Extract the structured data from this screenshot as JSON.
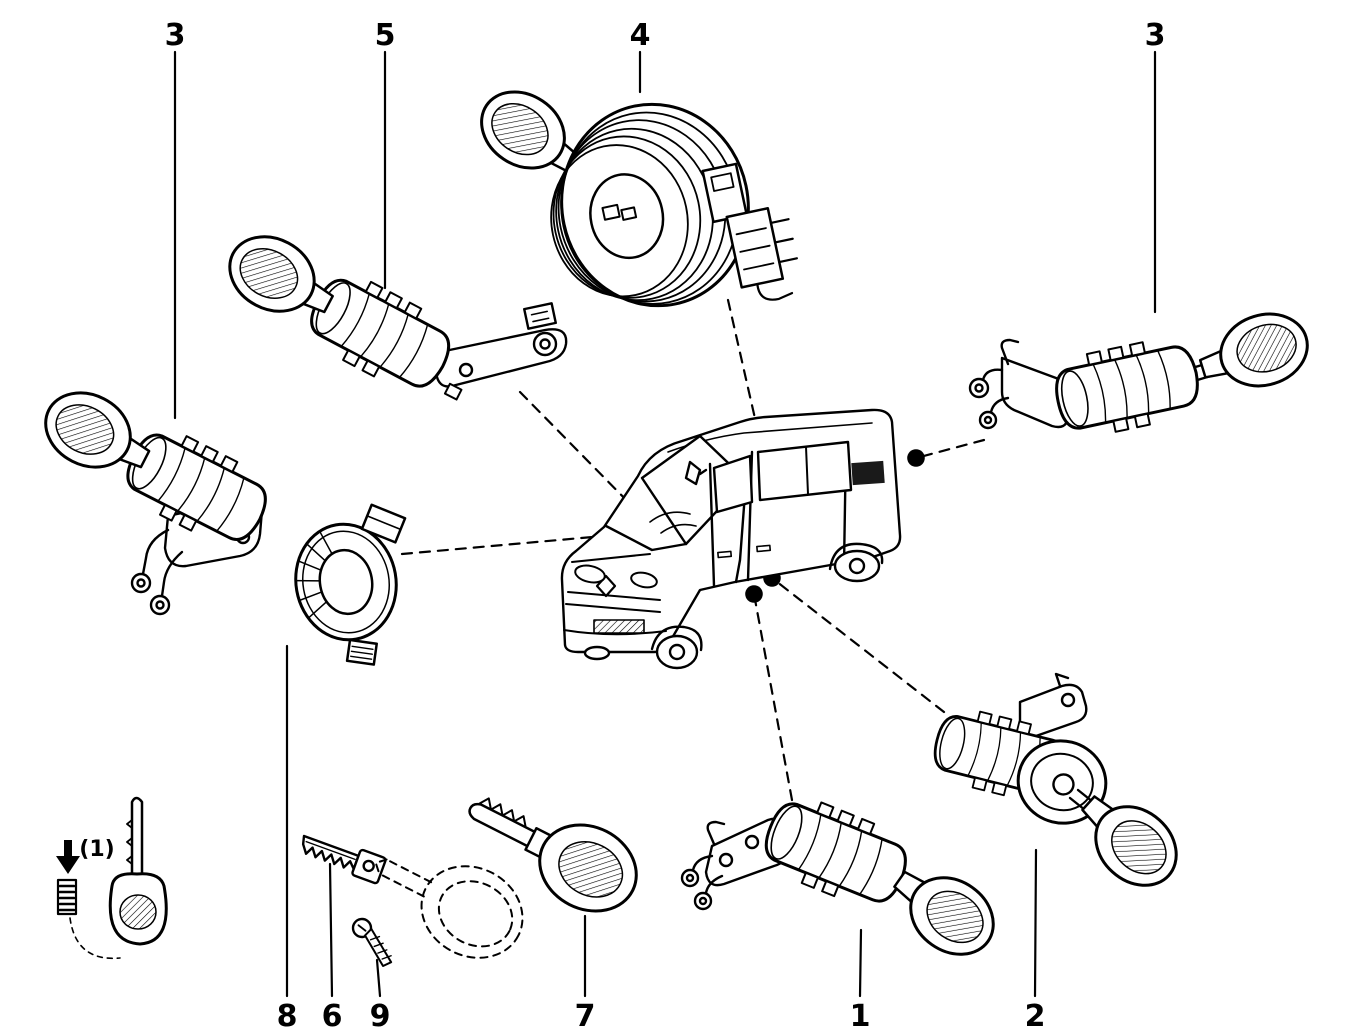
{
  "diagram": {
    "background_color": "#ffffff",
    "line_color": "#000000",
    "callouts": [
      {
        "id": "part-3-left",
        "label": "3"
      },
      {
        "id": "part-5",
        "label": "5"
      },
      {
        "id": "part-4",
        "label": "4"
      },
      {
        "id": "part-3-right",
        "label": "3"
      },
      {
        "id": "part-8",
        "label": "8"
      },
      {
        "id": "part-6",
        "label": "6"
      },
      {
        "id": "part-9",
        "label": "9"
      },
      {
        "id": "part-7",
        "label": "7"
      },
      {
        "id": "part-1",
        "label": "1"
      },
      {
        "id": "part-2",
        "label": "2"
      },
      {
        "id": "key-annotation",
        "label": "(1)"
      }
    ]
  }
}
